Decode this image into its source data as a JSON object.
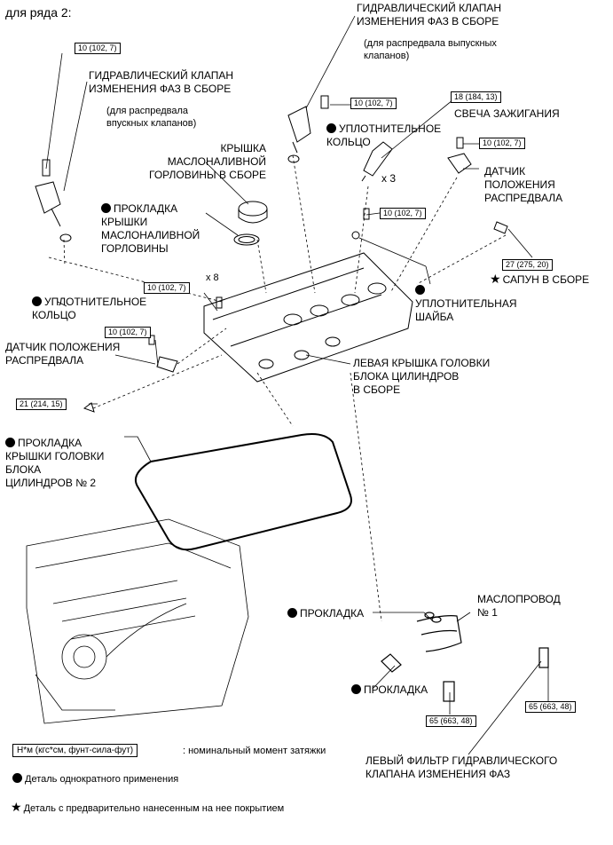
{
  "header": "для ряда 2:",
  "labels": {
    "vvt_valve_exhaust": "ГИДРАВЛИЧЕСКИЙ КЛАПАН\nИЗМЕНЕНИЯ ФАЗ В СБОРЕ",
    "vvt_valve_exhaust_note": "(для распредвала выпускных\nклапанов)",
    "vvt_valve_intake": "ГИДРАВЛИЧЕСКИЙ КЛАПАН\nИЗМЕНЕНИЯ ФАЗ В СБОРЕ",
    "vvt_valve_intake_note": "(для распредвала\nвпускных клапанов)",
    "o_ring_top": "УПЛОТНИТЕЛЬНОЕ\nКОЛЬЦО",
    "spark_plug": "СВЕЧА ЗАЖИГАНИЯ",
    "x3": "x 3",
    "oil_filler_cap": "КРЫШКА\nМАСЛОНАЛИВНОЙ\nГОРЛОВИНЫ В СБОРЕ",
    "cam_sensor_right": "ДАТЧИК\nПОЛОЖЕНИЯ\nРАСПРЕДВАЛА",
    "cap_gasket": "ПРОКЛАДКА\nКРЫШКИ\nМАСЛОНАЛИВНОЙ\nГОРЛОВИНЫ",
    "breather": "САПУН В СБОРЕ",
    "x8": "x 8",
    "o_ring_left": "УПЛОТНИТЕЛЬНОЕ\nКОЛЬЦО",
    "washer": "УПЛОТНИТЕЛЬНАЯ\nШАЙБА",
    "cam_sensor_left": "ДАТЧИК ПОЛОЖЕНИЯ\nРАСПРЕДВАЛА",
    "head_cover": "ЛЕВАЯ КРЫШКА ГОЛОВКИ\nБЛОКА ЦИЛИНДРОВ\nВ СБОРЕ",
    "cover_gasket": "ПРОКЛАДКА\nКРЫШКИ ГОЛОВКИ\nБЛОКА\nЦИЛИНДРОВ № 2",
    "oil_pipe": "МАСЛОПРОВОД\n№ 1",
    "gasket1": "ПРОКЛАДКА",
    "gasket2": "ПРОКЛАДКА",
    "oil_filter": "ЛЕВЫЙ ФИЛЬТР ГИДРАВЛИЧЕСКОГО\nКЛАПАНА ИЗМЕНЕНИЯ ФАЗ"
  },
  "torques": {
    "t1": "10 (102, 7)",
    "t2": "10 (102, 7)",
    "t3": "18 (184, 13)",
    "t4": "10 (102, 7)",
    "t5": "10 (102, 7)",
    "t6": "27 (275, 20)",
    "t7": "10 (102, 7)",
    "t8": "10 (102, 7)",
    "t9": "21 (214, 15)",
    "t10": "65 (663, 48)",
    "t11": "65 (663, 48)"
  },
  "legend": {
    "torque_unit": "Н*м (кгс*см, фунт-сила-фут)",
    "torque_desc": ": номинальный момент затяжки",
    "one_time": "Деталь однократного применения",
    "precoated": "Деталь с предварительно нанесенным на нее покрытием"
  }
}
